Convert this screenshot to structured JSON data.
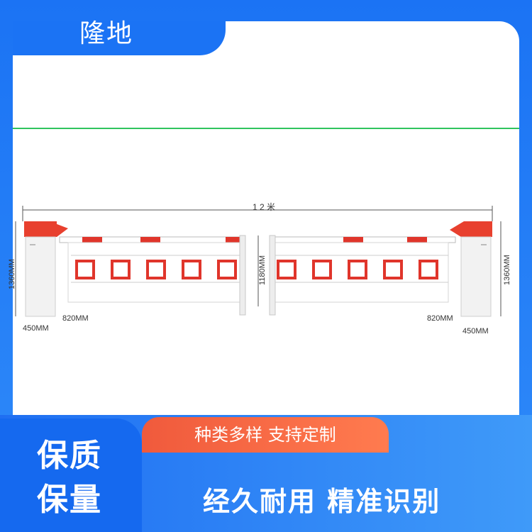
{
  "brand": "隆地",
  "diagram": {
    "total_width": "1 2 米",
    "left_height": "1360MM",
    "center_height": "1180MM",
    "right_height": "1360MM",
    "left_base": "450MM",
    "left_arm": "820MM",
    "right_arm": "820MM",
    "right_base": "450MM"
  },
  "tagline": "种类多样 支持定制",
  "badge": {
    "line1": "保质",
    "line2": "保量"
  },
  "slogan": "经久耐用 精准识别",
  "colors": {
    "blue": "#1f6ff2",
    "orange": "#f05a3c",
    "red": "#e0352b",
    "green": "#2fc45e"
  }
}
